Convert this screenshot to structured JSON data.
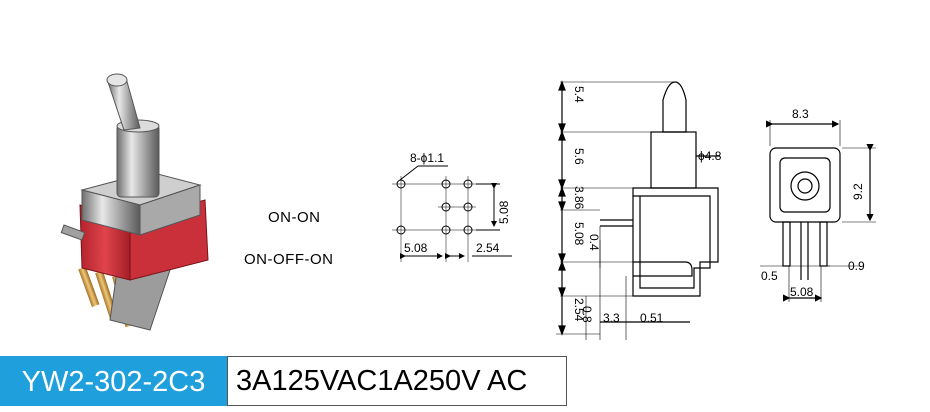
{
  "switch_modes": [
    "ON-ON",
    "ON-OFF-ON"
  ],
  "model": "YW2-302-2C3",
  "rating": "3A125VAC1A250V AC",
  "colors": {
    "accent_blue": "#1f9fdc",
    "body_red": "#d6323a",
    "metal": "#b8b8b8"
  },
  "pcb_layout": {
    "hole_callout": "8-ϕ1.1",
    "dim_row_spacing": "5.08",
    "dim_col_pitch_left": "5.08",
    "dim_col_pitch_right": "2.54"
  },
  "side_view": {
    "dim_tip": "5.4",
    "dim_bushing": "5.6",
    "dim_body_top": "3.86",
    "dim_body": "5.08",
    "dim_bottom": "2.54",
    "dim_pin_width": "0.4",
    "dim_diameter": "ϕ4.8",
    "dim_pin_thick": "0.8",
    "dim_offset": "3.3",
    "dim_offset2": "0.51"
  },
  "front_view": {
    "dim_width": "8.3",
    "dim_height": "9.2",
    "dim_pin_left": "0.5",
    "dim_pin_right": "0.9",
    "dim_pin_pitch": "5.08"
  }
}
